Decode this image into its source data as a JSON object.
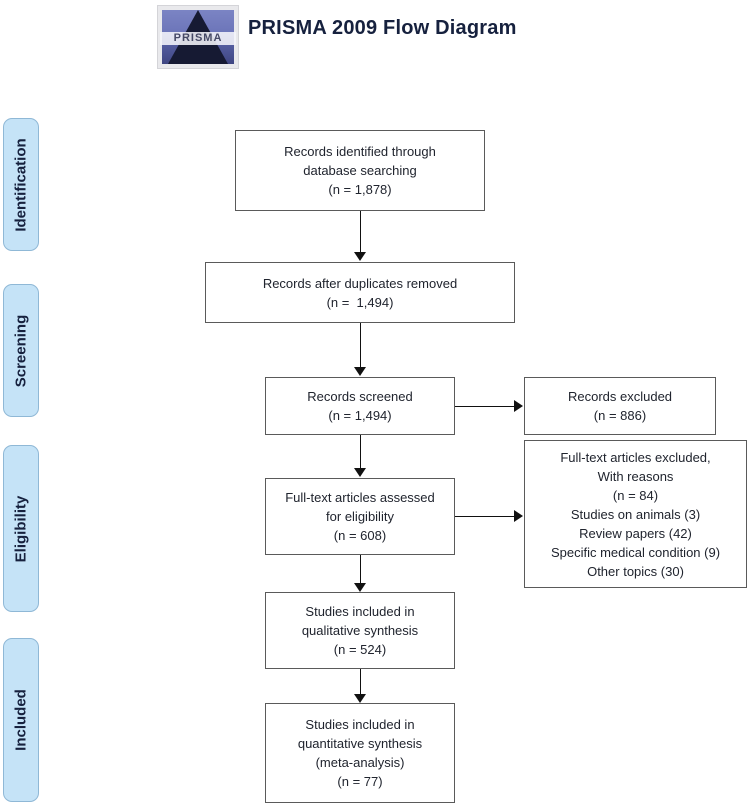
{
  "header": {
    "title": "PRISMA 2009 Flow Diagram",
    "logo_text": "PRISMA"
  },
  "stages": [
    {
      "label": "Identification"
    },
    {
      "label": "Screening"
    },
    {
      "label": "Eligibility"
    },
    {
      "label": "Included"
    }
  ],
  "chart_data": {
    "type": "diagram",
    "title": "PRISMA 2009 Flow Diagram",
    "nodes": [
      {
        "id": "identified",
        "stage": "Identification",
        "lines": [
          "Records identified through",
          "database searching",
          "(n = 1,878)"
        ],
        "n": 1878
      },
      {
        "id": "duplicates_removed",
        "stage": "Screening",
        "lines": [
          "Records after duplicates removed",
          "(n =  1,494)"
        ],
        "n": 1494
      },
      {
        "id": "screened",
        "stage": "Screening",
        "lines": [
          "Records screened",
          "(n = 1,494)"
        ],
        "n": 1494
      },
      {
        "id": "excluded",
        "stage": "Screening",
        "lines": [
          "Records excluded",
          "(n = 886)"
        ],
        "n": 886
      },
      {
        "id": "fulltext_assessed",
        "stage": "Eligibility",
        "lines": [
          "Full-text articles assessed",
          "for eligibility",
          "(n = 608)"
        ],
        "n": 608
      },
      {
        "id": "fulltext_excluded",
        "stage": "Eligibility",
        "lines": [
          "Full-text articles excluded,",
          "With reasons",
          "(n = 84)",
          "Studies on animals (3)",
          "Review papers (42)",
          "Specific medical condition (9)",
          "Other topics (30)"
        ],
        "n": 84,
        "reasons": [
          {
            "label": "Studies on animals",
            "count": 3
          },
          {
            "label": "Review papers",
            "count": 42
          },
          {
            "label": "Specific medical condition",
            "count": 9
          },
          {
            "label": "Other topics",
            "count": 30
          }
        ]
      },
      {
        "id": "qualitative",
        "stage": "Included",
        "lines": [
          "Studies included in",
          "qualitative synthesis",
          "(n = 524)"
        ],
        "n": 524
      },
      {
        "id": "quantitative",
        "stage": "Included",
        "lines": [
          "Studies included in",
          "quantitative synthesis",
          "(meta-analysis)",
          "(n = 77)"
        ],
        "n": 77
      }
    ],
    "edges": [
      {
        "from": "identified",
        "to": "duplicates_removed",
        "direction": "down"
      },
      {
        "from": "duplicates_removed",
        "to": "screened",
        "direction": "down"
      },
      {
        "from": "screened",
        "to": "excluded",
        "direction": "right"
      },
      {
        "from": "screened",
        "to": "fulltext_assessed",
        "direction": "down"
      },
      {
        "from": "fulltext_assessed",
        "to": "fulltext_excluded",
        "direction": "right"
      },
      {
        "from": "fulltext_assessed",
        "to": "qualitative",
        "direction": "down"
      },
      {
        "from": "qualitative",
        "to": "quantitative",
        "direction": "down"
      }
    ]
  },
  "colors": {
    "stage_fill": "#c5e3f7",
    "stage_border": "#8fb8d6",
    "box_border": "#5a5a5a",
    "connector": "#111111",
    "title": "#16213e"
  }
}
